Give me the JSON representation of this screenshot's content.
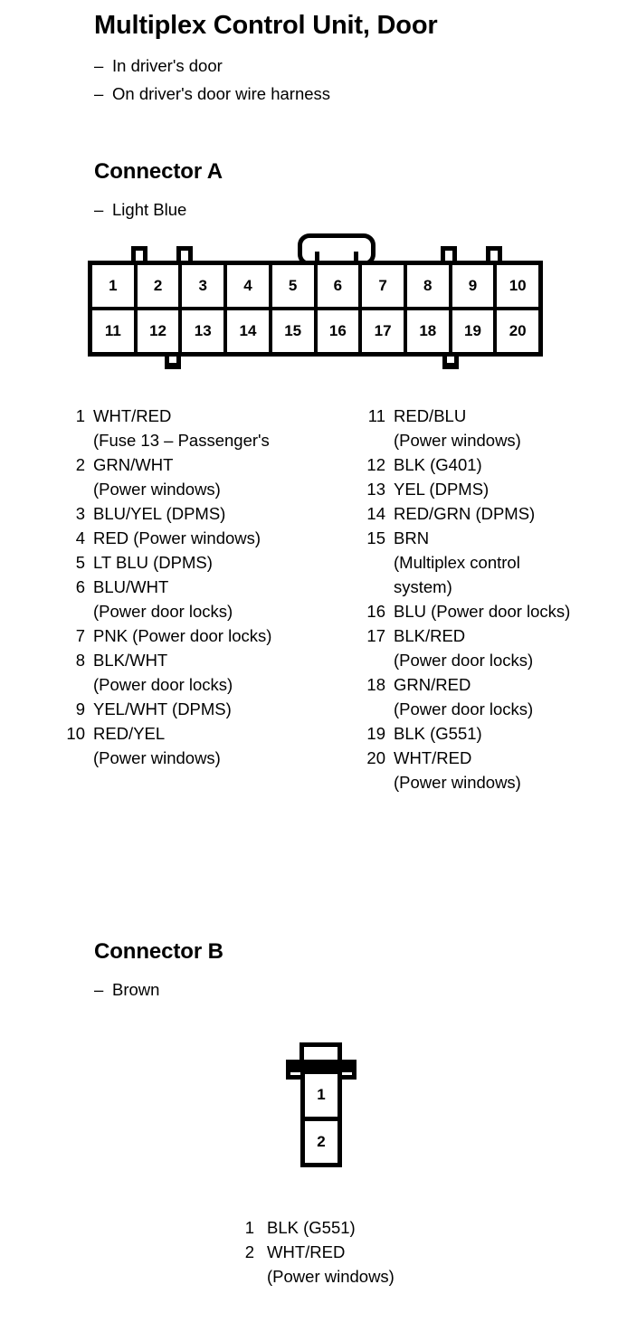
{
  "page": {
    "title": "Multiplex Control Unit, Door",
    "notes": [
      "In driver's door",
      "On driver's door wire harness"
    ]
  },
  "connector_a": {
    "heading": "Connector A",
    "color_note": "Light Blue",
    "diagram": {
      "top_row": [
        "1",
        "2",
        "3",
        "4",
        "5",
        "6",
        "7",
        "8",
        "9",
        "10"
      ],
      "bottom_row": [
        "11",
        "12",
        "13",
        "14",
        "15",
        "16",
        "17",
        "18",
        "19",
        "20"
      ]
    },
    "pins_left": [
      {
        "num": "1",
        "text": "WHT/RED",
        "cont": [
          "(Fuse 13 – Passenger's"
        ]
      },
      {
        "num": "2",
        "text": "GRN/WHT",
        "cont": [
          "(Power windows)"
        ]
      },
      {
        "num": "3",
        "text": "BLU/YEL (DPMS)",
        "cont": []
      },
      {
        "num": "4",
        "text": "RED (Power windows)",
        "cont": []
      },
      {
        "num": "5",
        "text": "LT BLU (DPMS)",
        "cont": []
      },
      {
        "num": "6",
        "text": "BLU/WHT",
        "cont": [
          "(Power door locks)"
        ]
      },
      {
        "num": "7",
        "text": "PNK (Power door locks)",
        "cont": []
      },
      {
        "num": "8",
        "text": "BLK/WHT",
        "cont": [
          "(Power door locks)"
        ]
      },
      {
        "num": "9",
        "text": "YEL/WHT (DPMS)",
        "cont": []
      },
      {
        "num": "10",
        "text": "RED/YEL",
        "cont": [
          "(Power windows)"
        ]
      }
    ],
    "pins_right": [
      {
        "num": "11",
        "text": "RED/BLU",
        "cont": [
          "(Power windows)"
        ]
      },
      {
        "num": "12",
        "text": "BLK (G401)",
        "cont": []
      },
      {
        "num": "13",
        "text": "YEL (DPMS)",
        "cont": []
      },
      {
        "num": "14",
        "text": "RED/GRN (DPMS)",
        "cont": []
      },
      {
        "num": "15",
        "text": "BRN",
        "cont": [
          "(Multiplex control",
          "system)"
        ]
      },
      {
        "num": "16",
        "text": "BLU (Power door locks)",
        "cont": []
      },
      {
        "num": "17",
        "text": "BLK/RED",
        "cont": [
          "(Power door locks)"
        ]
      },
      {
        "num": "18",
        "text": "GRN/RED",
        "cont": [
          "(Power door locks)"
        ]
      },
      {
        "num": "19",
        "text": "BLK (G551)",
        "cont": []
      },
      {
        "num": "20",
        "text": "WHT/RED",
        "cont": [
          "(Power windows)"
        ]
      }
    ]
  },
  "connector_b": {
    "heading": "Connector B",
    "color_note": "Brown",
    "diagram": {
      "cells": [
        "1",
        "2"
      ]
    },
    "pins": [
      {
        "num": "1",
        "text": "BLK (G551)",
        "cont": []
      },
      {
        "num": "2",
        "text": "WHT/RED",
        "cont": [
          "(Power windows)"
        ]
      }
    ]
  }
}
